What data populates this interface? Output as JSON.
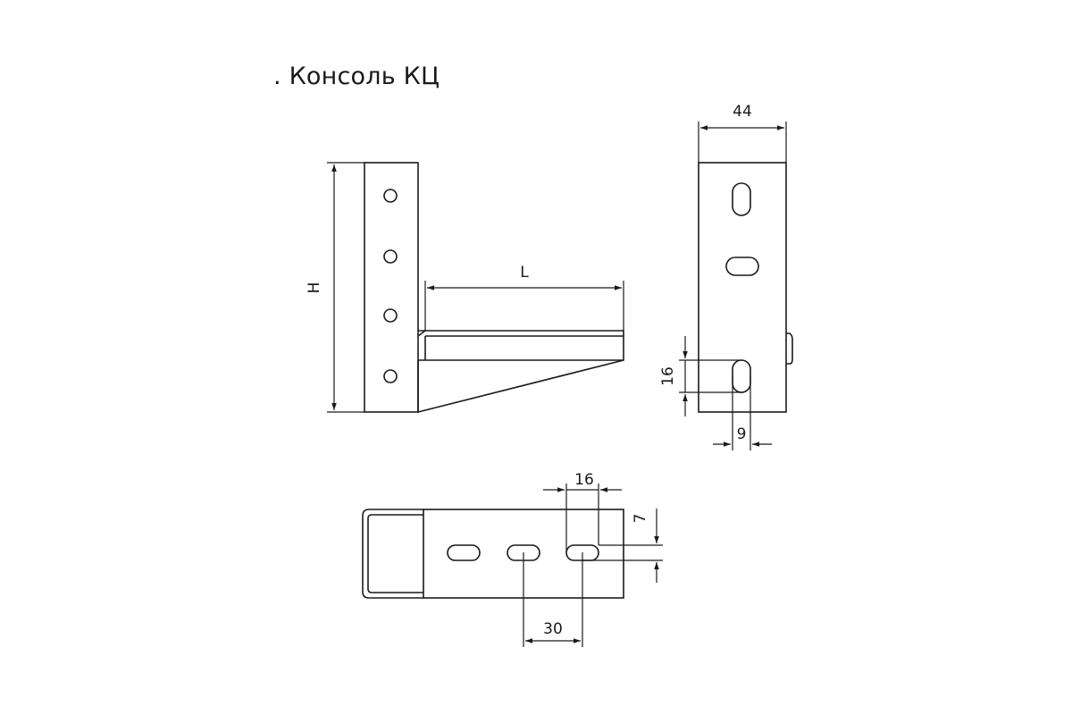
{
  "title": ". Консоль КЦ",
  "dimensions": {
    "height": "H",
    "length": "L",
    "width_44": "44",
    "slot_height_16": "16",
    "slot_width_9": "9",
    "slot_length_16": "16",
    "slot_offset_7": "7",
    "slot_pitch_30": "30"
  },
  "colors": {
    "line": "#1a1a1a",
    "background": "#ffffff"
  }
}
